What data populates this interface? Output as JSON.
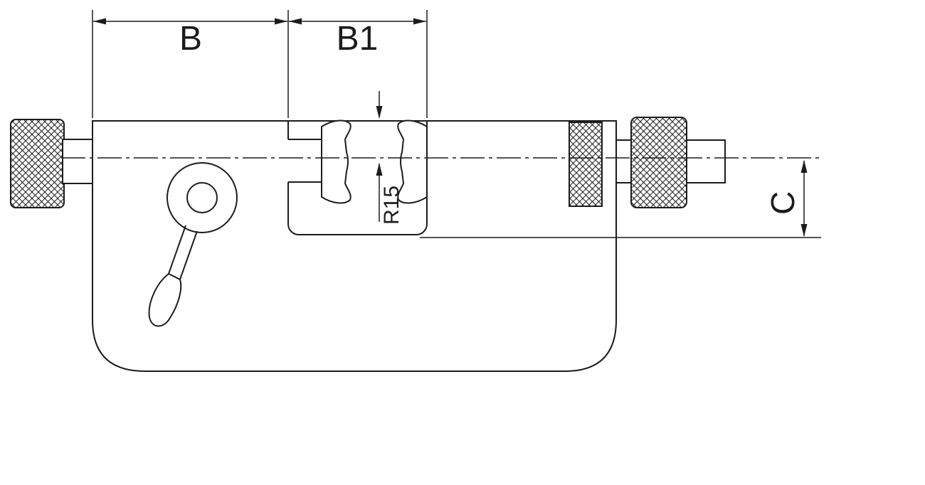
{
  "drawing": {
    "type": "technical-drawing-micrometer",
    "labels": {
      "dim_b": "B",
      "dim_b1": "B1",
      "dim_r15": "R15",
      "dim_c": "C"
    },
    "colors": {
      "line": "#1c1c1c",
      "background": "#ffffff"
    }
  }
}
